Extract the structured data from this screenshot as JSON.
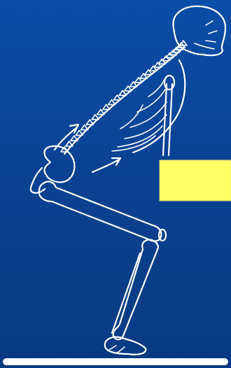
{
  "scene": {
    "description_free": true,
    "background_color": "#0a4293",
    "line_color": "#ffffff",
    "block_color": "#ffff66",
    "icons": [
      "skeleton-figure",
      "movement-arrow",
      "movement-arrow"
    ]
  }
}
